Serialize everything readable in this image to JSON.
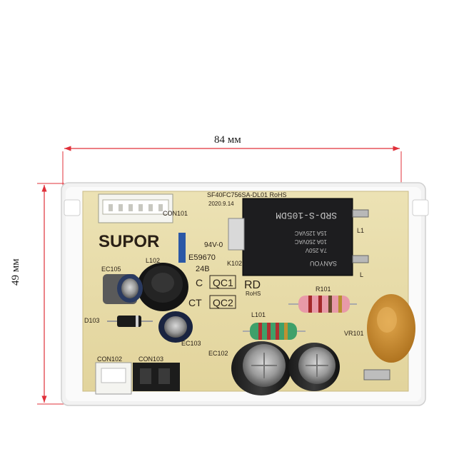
{
  "dimensions": {
    "width_label": "84 мм",
    "height_label": "49 мм",
    "line_color": "#e0303a"
  },
  "board": {
    "brand": "SUPOR",
    "model_code": "SF40FC756SA-DL01 RoHS",
    "date": "2020.9.14",
    "cert": "E59670",
    "rating": "94V-0",
    "code": "24B",
    "mark_rd": "RD",
    "rohs": "RoHS",
    "color_pcb": "#e8dcaa",
    "color_housing": "#f4f4f4"
  },
  "labels": {
    "con101": "CON101",
    "l102": "L102",
    "ec105": "EC105",
    "d103": "D103",
    "ec103": "EC103",
    "con102": "CON102",
    "con103": "CON103",
    "k102": "K102",
    "l1": "L1",
    "l": "L",
    "r101": "R101",
    "l101": "L101",
    "ec102": "EC102",
    "vr101": "VR101",
    "qc1": "QC1",
    "qc2": "QC2",
    "c": "C",
    "ct": "CT"
  },
  "relay": {
    "model": "SRD-S-105DM",
    "specs": [
      "15A 125VAC",
      "10A 250VAC",
      "7A 250V"
    ],
    "brand": "SANYOU"
  }
}
